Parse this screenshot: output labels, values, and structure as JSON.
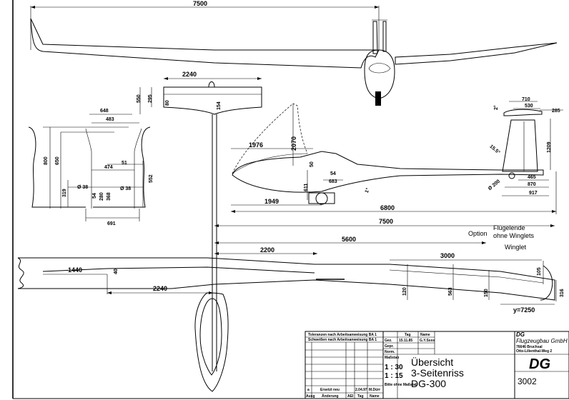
{
  "top_view": {
    "span": "7500"
  },
  "tail_plan": {
    "span": "2240",
    "chord_outer": "295",
    "depth": "550",
    "root_chord": "80",
    "fuselage_len": "154"
  },
  "cockpit_section": {
    "outer_width": "648",
    "inner_width": "483",
    "height_total": "800",
    "height_inner": "650",
    "d474": "474",
    "d51": "51",
    "dia38a": "Ø 38",
    "dia38b": "Ø 38",
    "d552": "552",
    "d319": "319",
    "d54": "54",
    "d280": "280",
    "d368": "368",
    "bottom_width": "691"
  },
  "side_view": {
    "canopy_len": "1976",
    "canopy_height": "2070",
    "d50": "50",
    "d611": "611",
    "d54": "54",
    "d683": "683",
    "angle_a": "1°",
    "d1949": "1949",
    "total_len": "6800",
    "angle_top": "2°",
    "fin_width": "710",
    "fin_chord": "530",
    "d285": "285",
    "sweep": "15.5°",
    "fin_height": "1209",
    "d465": "465",
    "d870": "870",
    "d917": "917",
    "wheel": "Ø 200"
  },
  "wing_plan": {
    "half_span": "7500",
    "d5600": "5600",
    "d2200": "2200",
    "d3000": "3000",
    "option": "Option",
    "flugelende_line1": "Flügelende",
    "flugelende_line2": "ohne Winglets",
    "winglet": "Winglet",
    "d1440": "1440",
    "d40": "40",
    "d2240": "2240",
    "d120": "120",
    "d563": "563",
    "d150": "150",
    "d105": "105",
    "d316": "316",
    "y_pos": "y=7250"
  },
  "title_block": {
    "tolerance1": "Toleranzen nach Arbeitsanweisung BA 1",
    "tolerance2": "Schweißen nach Arbeitsanweisung BA 1",
    "tag": "Tag",
    "name": "Name",
    "gez": "Gez.",
    "gepr": "Gepr.",
    "norm": "Norm.",
    "gez_date": "15.11.85",
    "gez_name": "G.Y.Ssss",
    "massstab": "Maßstab",
    "scale1": "1 : 30",
    "scale2": "1 : 15",
    "note": "Bitte ohne Maßstab",
    "company_line1": "DG",
    "company_line2": "Flugzeugbau GmbH",
    "company_line3": "76646 Bruchsal",
    "company_line4": "Otto-Lilienthal-Weg 2",
    "title1": "Übersicht",
    "title2": "3-Seitenriss",
    "title3": "DG-300",
    "logo": "DG",
    "drawing_no": "3002",
    "rev_a": "a",
    "rev_text": "Ersetzt neu",
    "rev_date": "2.04.97",
    "rev_name": "M.Dürr",
    "col_ausg": "Ausg",
    "col_aenderung": "Änderung",
    "col_aei": "AEI",
    "col_tag": "Tag",
    "col_name": "Name"
  }
}
